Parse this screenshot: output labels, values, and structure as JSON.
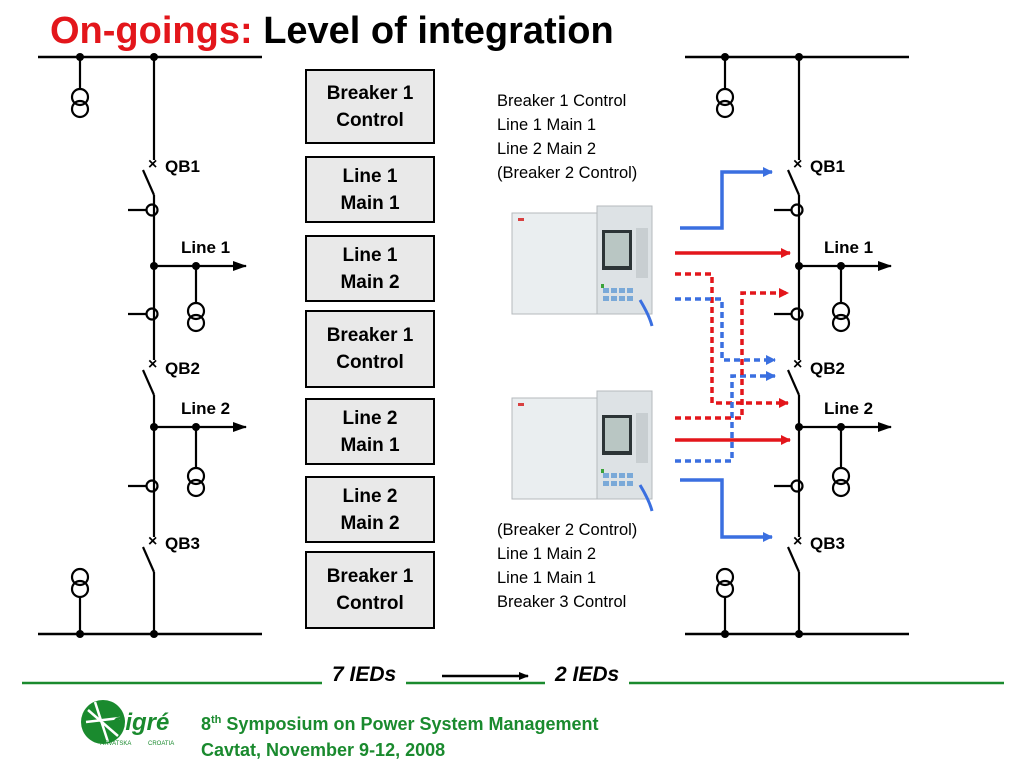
{
  "title": {
    "highlight": "On-goings:",
    "rest": "Level of integration"
  },
  "single_line": {
    "breakers": [
      "QB1",
      "QB2",
      "QB3"
    ],
    "lines": [
      "Line 1",
      "Line 2"
    ]
  },
  "ied_boxes": [
    "Breaker 1\nControl",
    "Line 1\nMain 1",
    "Line 1\nMain 2",
    "Breaker 1\nControl",
    "Line 2\nMain 1",
    "Line 2\nMain 2",
    "Breaker 1\nControl"
  ],
  "ied_upper_functions": [
    "Breaker 1 Control",
    "Line 1 Main 1",
    "Line 2 Main 2",
    "(Breaker 2 Control)"
  ],
  "ied_lower_functions": [
    "(Breaker 2 Control)",
    "Line 1 Main 2",
    "Line 1 Main 1",
    "Breaker 3 Control"
  ],
  "comparison": {
    "before": "7 IEDs",
    "after": "2 IEDs"
  },
  "footer": {
    "logo_text": "cigré",
    "logo_sub_left": "HRVATSKA",
    "logo_sub_right": "CROATIA",
    "ordinal": "8",
    "ordinal_suffix": "th",
    "line1": "Symposium on Power System Management",
    "line2": "Cavtat, November 9-12, 2008"
  },
  "colors": {
    "red": "#e3161b",
    "blue": "#3a6fe0",
    "green": "#1a8a2e"
  }
}
